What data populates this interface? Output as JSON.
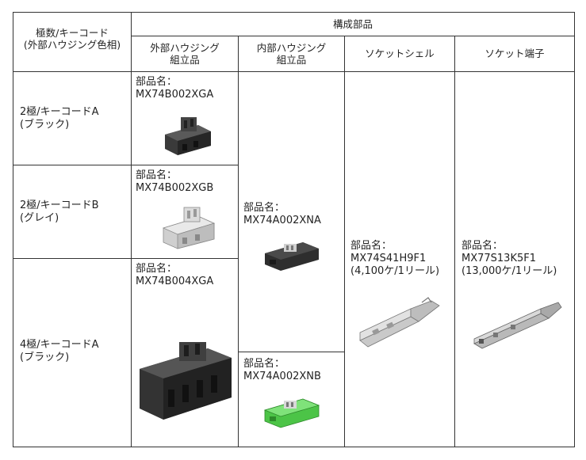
{
  "header": {
    "col1_line1": "極数/キーコード",
    "col1_line2": "(外部ハウジング色相)",
    "group": "構成部品",
    "outer_line1": "外部ハウジング",
    "outer_line2": "組立品",
    "inner_line1": "内部ハウジング",
    "inner_line2": "組立品",
    "shell": "ソケットシェル",
    "terminal": "ソケット端子"
  },
  "rows": [
    {
      "type_line1": "2極/キーコードA",
      "type_line2": "(ブラック)",
      "part_label": "部品名：",
      "part_no": "MX74B002XGA",
      "color": "#2b2b2b"
    },
    {
      "type_line1": "2極/キーコードB",
      "type_line2": "(グレイ)",
      "part_label": "部品名：",
      "part_no": "MX74B002XGB",
      "color": "#d9d9d9"
    },
    {
      "type_line1": "4極/キーコードA",
      "type_line2": "(ブラック)",
      "part_label": "部品名：",
      "part_no": "MX74B004XGA",
      "color": "#2b2b2b"
    }
  ],
  "inner": [
    {
      "part_label": "部品名：",
      "part_no": "MX74A002XNA",
      "color": "#2b2b2b"
    },
    {
      "part_label": "部品名：",
      "part_no": "MX74A002XNB",
      "color": "#5fd35a"
    }
  ],
  "shell": {
    "part_label": "部品名：",
    "part_no": "MX74S41H9F1",
    "qty": "(4,100ケ/1リール)"
  },
  "terminal": {
    "part_label": "部品名：",
    "part_no": "MX77S13K5F1",
    "qty": "(13,000ケ/1リール)"
  }
}
